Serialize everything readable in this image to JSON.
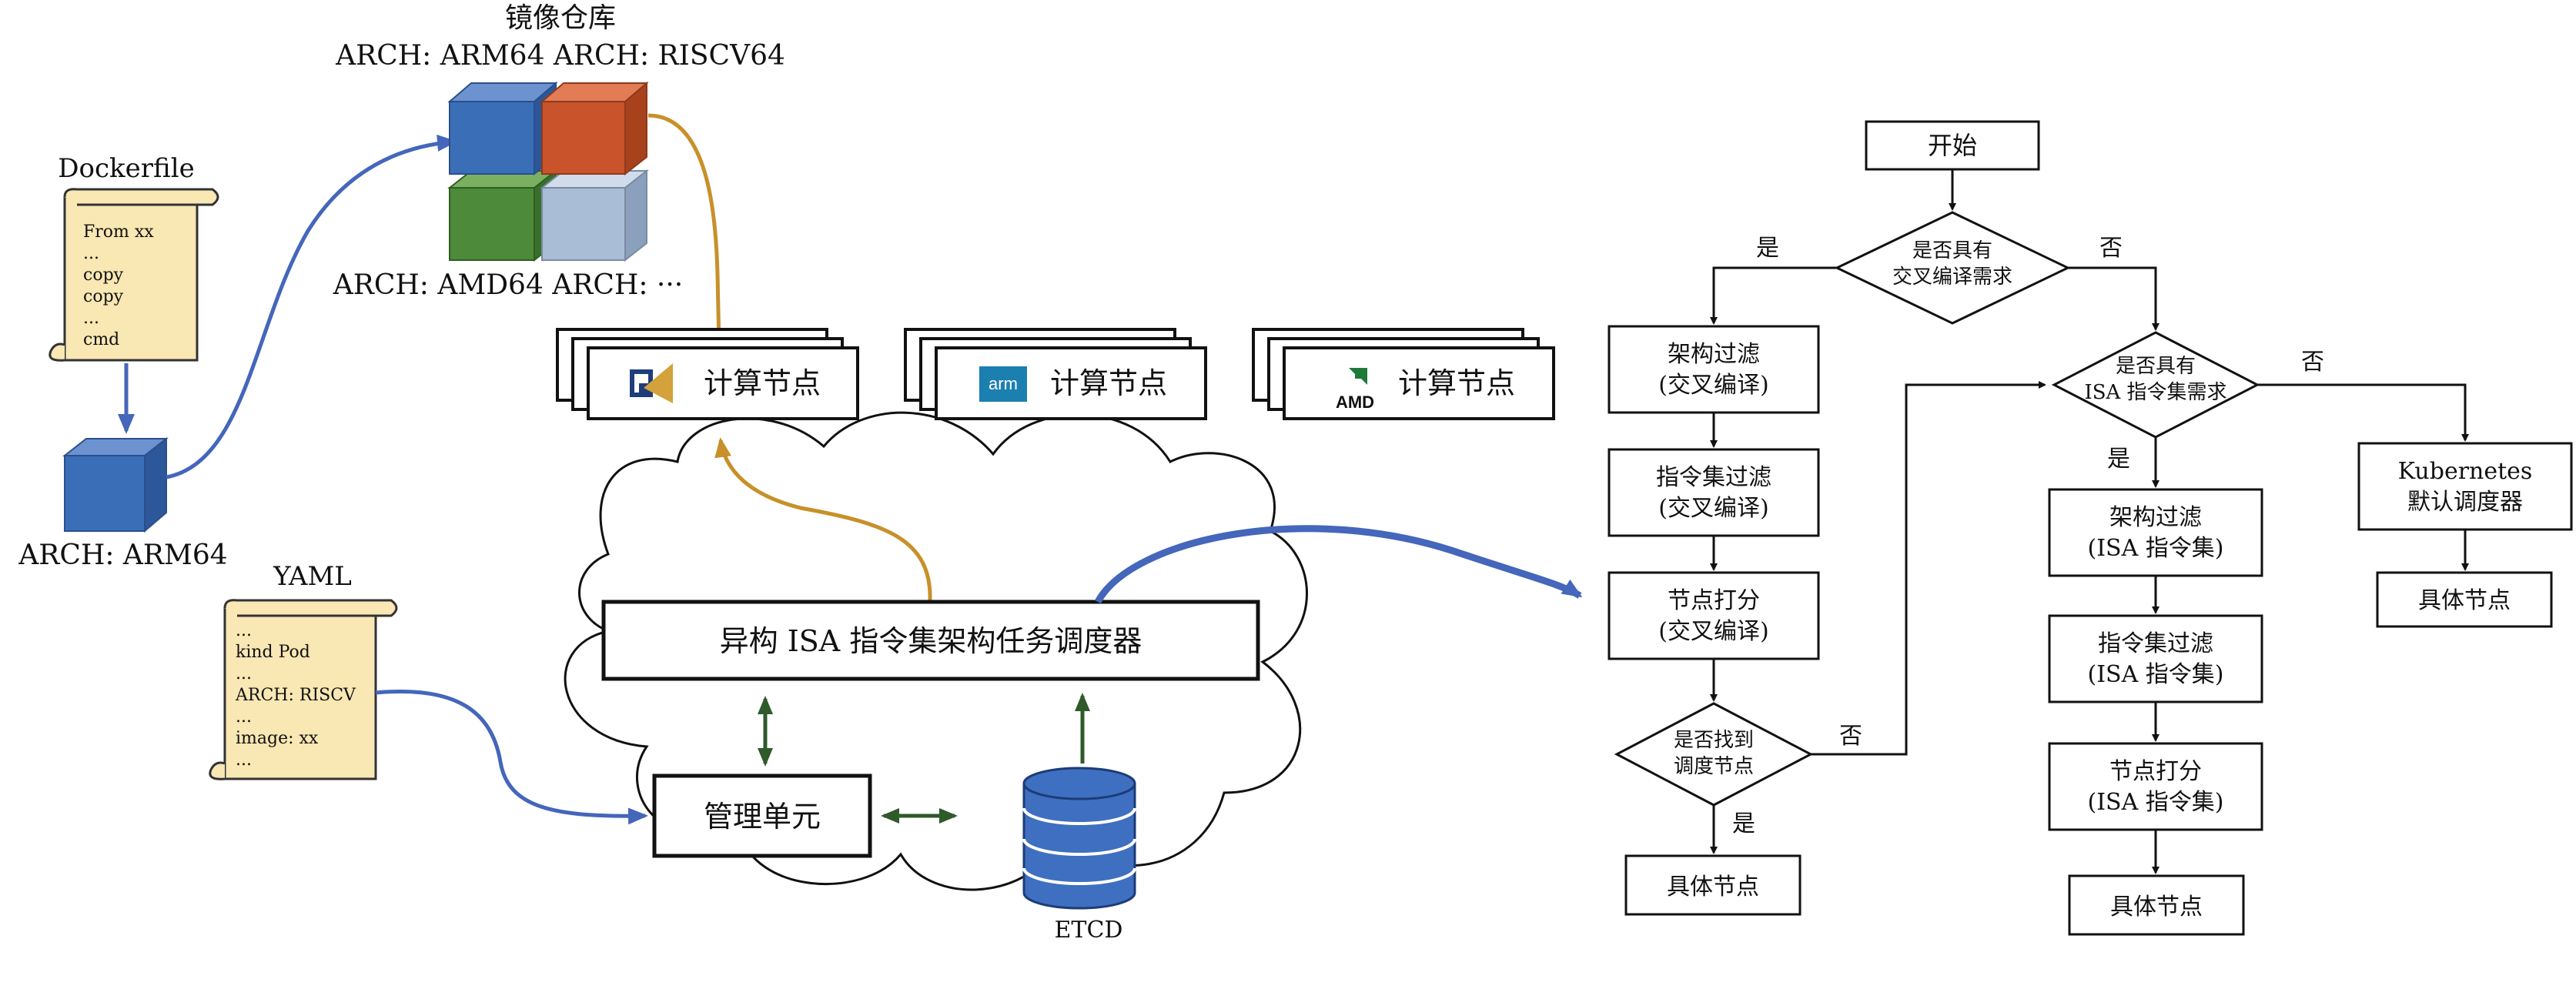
{
  "repo": {
    "title": "镜像仓库",
    "arch_top": "ARCH: ARM64 ARCH: RISCV64",
    "arch_bottom": "ARCH: AMD64 ARCH: ···",
    "cube_colors": [
      "#3a6fb8",
      "#c9532a",
      "#4d8a3a",
      "#a9bdd6"
    ]
  },
  "dockerfile": {
    "title": "Dockerfile",
    "lines": [
      "From xx",
      "...",
      "copy",
      "copy",
      "...",
      "cmd"
    ],
    "image_arch": "ARCH: ARM64"
  },
  "yaml": {
    "title": "YAML",
    "lines": [
      "...",
      "kind Pod",
      "...",
      "ARCH: RISCV",
      "...",
      "image: xx",
      "..."
    ]
  },
  "compute_nodes": [
    {
      "label": "计算节点",
      "logo": "loongson-logo-icon"
    },
    {
      "label": "计算节点",
      "logo_text": "arm",
      "logo": "arm-logo-icon"
    },
    {
      "label": "计算节点",
      "logo_text": "AMD",
      "logo": "amd-logo-icon"
    }
  ],
  "cluster": {
    "scheduler": "异构 ISA 指令集架构任务调度器",
    "manager": "管理单元",
    "etcd": "ETCD"
  },
  "flow": {
    "start": "开始",
    "q_cross": [
      "是否具有",
      "交叉编译需求"
    ],
    "q_isa": [
      "是否具有",
      "ISA 指令集需求"
    ],
    "q_found": [
      "是否找到",
      "调度节点"
    ],
    "yes": "是",
    "no": "否",
    "cross_steps": [
      [
        "架构过滤",
        "(交叉编译)"
      ],
      [
        "指令集过滤",
        "(交叉编译)"
      ],
      [
        "节点打分",
        "(交叉编译)"
      ]
    ],
    "isa_steps": [
      [
        "架构过滤",
        "(ISA 指令集)"
      ],
      [
        "指令集过滤",
        "(ISA 指令集)"
      ],
      [
        "节点打分",
        "(ISA 指令集)"
      ]
    ],
    "k8s": [
      "Kubernetes",
      "默认调度器"
    ],
    "node": "具体节点"
  },
  "colors": {
    "blue_arrow": "#4466bb",
    "gold_arrow": "#c8902a",
    "green_arrow": "#2f5a2a",
    "scroll_fill": "#f9e7b4",
    "etcd_blue": "#3f6fc0"
  }
}
